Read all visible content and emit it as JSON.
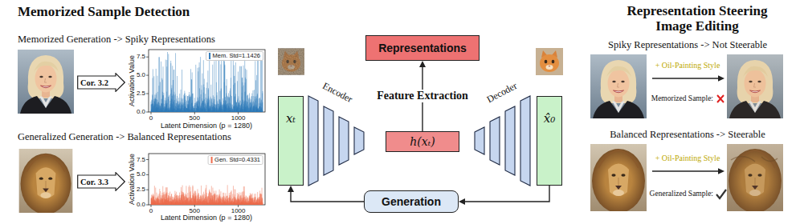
{
  "diagram": {
    "nodes": [
      {
        "text": [
          "Cor. 3.2"
        ]
      },
      {
        "text": [
          "Cor. 3.3"
        ]
      },
      {
        "text": [
          "xₜ"
        ]
      },
      {
        "text": [
          "Encoder"
        ]
      },
      {
        "text": [
          "h(xₜ)"
        ]
      },
      {
        "text": [
          "Decoder"
        ]
      },
      {
        "text": [
          "x̂₀"
        ]
      },
      {
        "text": [
          "Representations"
        ]
      },
      {
        "text": [
          "Generation"
        ]
      }
    ],
    "edges": [
      {
        "from": 4,
        "to": 7,
        "arrow": "to",
        "label": "Feature Extraction"
      },
      {
        "from": 6,
        "to": 8,
        "arrow": "to"
      },
      {
        "from": 8,
        "to": 2,
        "arrow": "to"
      }
    ],
    "labels": [
      "Memorized Sample Detection",
      "Memorized Generation -> Spiky Representations",
      "Activation Value",
      "7.5",
      "5.0",
      "2.5",
      "0.0",
      "0",
      "500",
      "1000",
      "Latent Dimension (p = 1280)",
      "Generalized Generation -> Balanced Representations",
      "Activation Value",
      "7.5",
      "5.0",
      "2.5",
      "0.0",
      "0",
      "500",
      "1000",
      "Latent Dimension (p = 1280)",
      "Representation Steering Image Editing",
      "Spiky Representations -> Not Steerable",
      "+ Oil-Painting Style",
      "Memorized Sample:",
      "Balanced Representations -> Steerable",
      "+ Oil-Painting Style",
      "Generalized Sample:"
    ],
    "legend": [
      {
        "text": "Mem. Std=1.1426"
      },
      {
        "text": "Gen. Std=0.4331"
      }
    ]
  }
}
